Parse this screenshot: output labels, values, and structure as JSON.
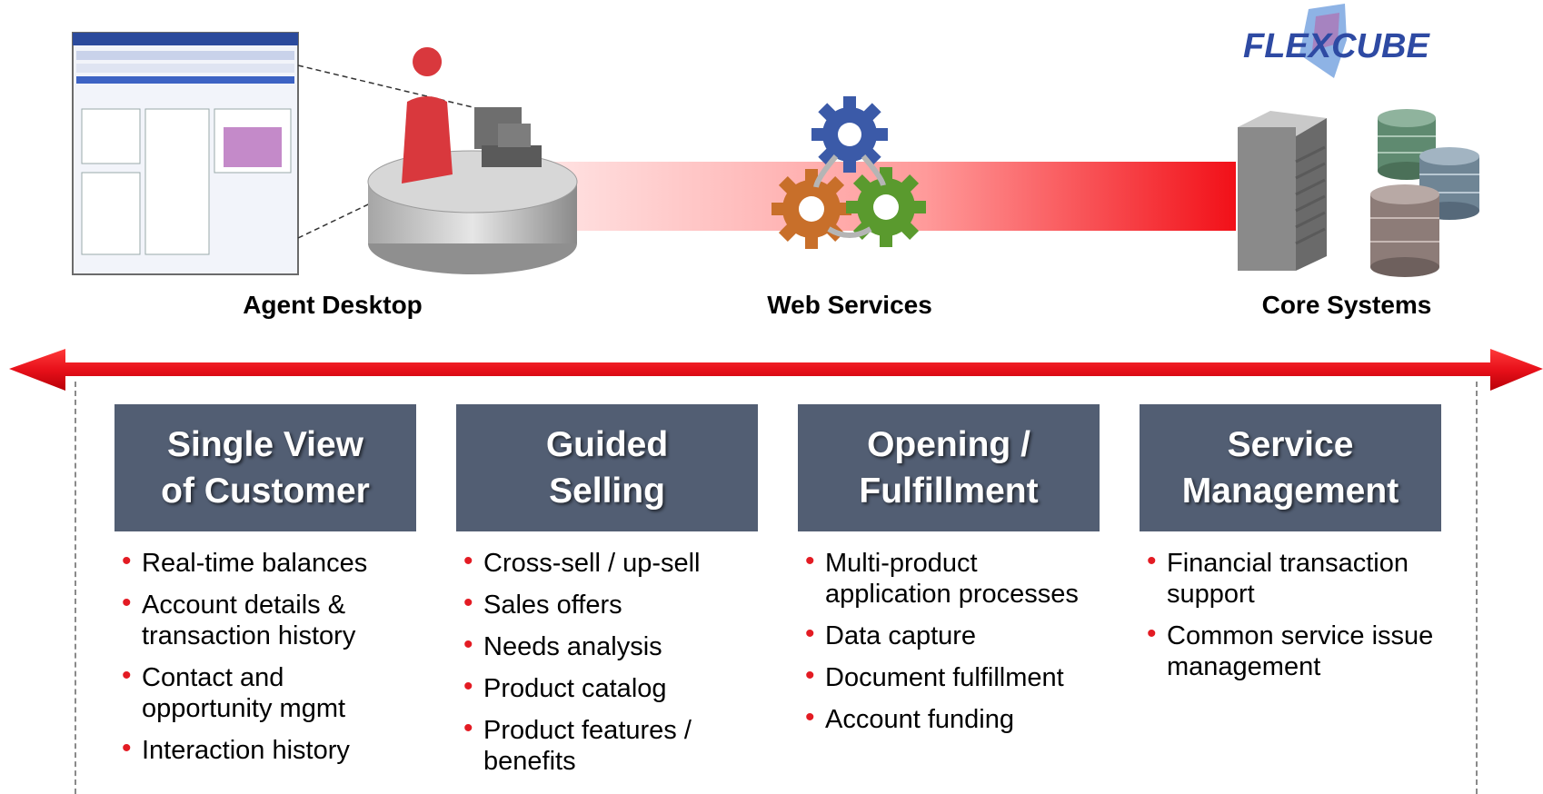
{
  "logo": {
    "text": "FLEXCUBE"
  },
  "sections": {
    "agent_desktop": "Agent Desktop",
    "web_services": "Web Services",
    "core_systems": "Core Systems"
  },
  "pillars": [
    {
      "title": "Single View\nof Customer",
      "items": [
        "Real-time balances",
        "Account details & transaction history",
        "Contact and opportunity mgmt",
        "Interaction history"
      ]
    },
    {
      "title": "Guided\nSelling",
      "items": [
        "Cross-sell / up-sell",
        "Sales offers",
        "Needs analysis",
        "Product catalog",
        "Product features / benefits"
      ]
    },
    {
      "title": "Opening /\nFulfillment",
      "items": [
        "Multi-product application processes",
        "Data capture",
        "Document fulfillment",
        "Account funding"
      ]
    },
    {
      "title": "Service\nManagement",
      "items": [
        "Financial transaction support",
        "Common service issue management"
      ]
    }
  ],
  "colors": {
    "arrow": "#e8101a",
    "pillar_header": "#525e73",
    "bullet": "#e31b23",
    "logo": "#2e4aa3"
  },
  "icons": [
    "agent-screenshot-icon",
    "agent-desk-icon",
    "gears-icon",
    "server-icon",
    "database-icon"
  ]
}
